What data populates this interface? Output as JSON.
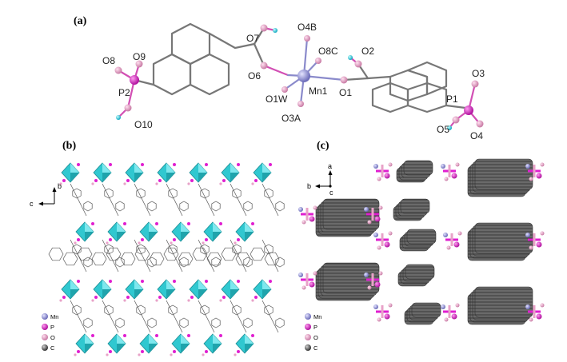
{
  "panels": {
    "a": {
      "label": "(a)"
    },
    "b": {
      "label": "(b)"
    },
    "c": {
      "label": "(c)"
    }
  },
  "atom_labels": {
    "O7": "O7",
    "O4B": "O4B",
    "O8C": "O8C",
    "O2": "O2",
    "O8": "O8",
    "O9": "O9",
    "P2": "P2",
    "O6": "O6",
    "Mn1": "Mn1",
    "O1W": "O1W",
    "O1": "O1",
    "O3": "O3",
    "P1": "P1",
    "O10": "O10",
    "O3A": "O3A",
    "O5": "O5",
    "O4": "O4"
  },
  "axes_b": {
    "vertical": "b",
    "horizontal": "c"
  },
  "axes_c": {
    "vertical": "a",
    "horizontal": "b",
    "origin": "c"
  },
  "legend": [
    {
      "symbol": "Mn",
      "color": "#9a9ae0"
    },
    {
      "symbol": "P",
      "color": "#e01fd0"
    },
    {
      "symbol": "O",
      "color": "#e8a2c8"
    },
    {
      "symbol": "C",
      "color": "#555555"
    }
  ],
  "colors": {
    "octahedron": "#30c8d0",
    "carbon": "#777777",
    "mn": "#9a9ae0",
    "p": "#e01fd0",
    "o": "#e8a2c8",
    "h": "#20d0e0"
  }
}
